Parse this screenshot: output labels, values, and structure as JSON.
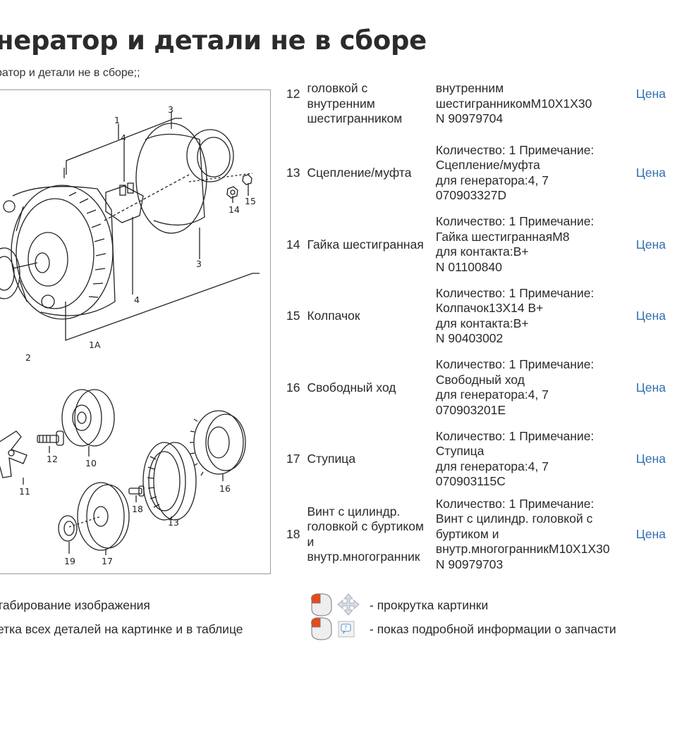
{
  "header": {
    "title": "нератор и детали не в сборе",
    "breadcrumb": "ратор и детали не в сборе;;"
  },
  "diagram": {
    "callouts": [
      "1",
      "1A",
      "2",
      "3",
      "3",
      "4",
      "4",
      "10",
      "11",
      "12",
      "13",
      "14",
      "15",
      "16",
      "17",
      "18",
      "19"
    ]
  },
  "parts_table": {
    "price_label": "Цена",
    "rows": [
      {
        "num": "12",
        "name": "головкой с\nвнутренним\nшестигранником",
        "note": "внутренним\nшестигранникомM10X1X30\nN 90979704",
        "price": "Цена"
      },
      {
        "num": "13",
        "name": "Сцепление/муфта",
        "note": "Количество: 1 Примечание:\nСцепление/муфта\nдля генератора:4, 7\n070903327D",
        "price": "Цена"
      },
      {
        "num": "14",
        "name": "Гайка шестигранная",
        "note": "Количество: 1 Примечание:\nГайка шестиграннаяM8\nдля контакта:B+\nN 01100840",
        "price": "Цена"
      },
      {
        "num": "15",
        "name": "Колпачок",
        "note": "Количество: 1 Примечание:\nКолпачок13X14 B+\nдля контакта:B+\nN 90403002",
        "price": "Цена"
      },
      {
        "num": "16",
        "name": "Свободный ход",
        "note": "Количество: 1 Примечание:\nСвободный ход\nдля генератора:4, 7\n070903201E",
        "price": "Цена"
      },
      {
        "num": "17",
        "name": "Ступица",
        "note": "Количество: 1 Примечание:\nСтупица\nдля генератора:4, 7\n070903115C",
        "price": "Цена"
      },
      {
        "num": "18",
        "name": "Винт с цилиндр.\nголовкой с буртиком\nи\nвнутр.многогранник",
        "note": "Количество: 1 Примечание:\nВинт с цилиндр. головкой с\nбуртиком и\nвнутр.многогранникM10X1X30\nN 90979703",
        "price": "Цена"
      }
    ]
  },
  "legend": {
    "zoom_text": "табирование изображения",
    "highlight_text": "етка всех деталей на картинке и в таблице",
    "scroll_text": "- прокрутка картинки",
    "info_text": "- показ подробной информации о запчасти"
  },
  "colors": {
    "link": "#2f6fae",
    "text": "#2a2a2a",
    "mouse_button": "#e84a1a"
  }
}
